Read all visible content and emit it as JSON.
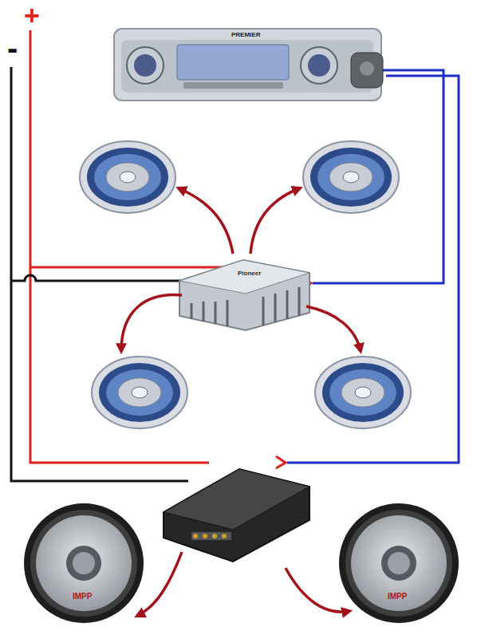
{
  "diagram": {
    "labels": [
      "+",
      "-",
      "PREMIER",
      "Pioneer",
      "IMPP",
      "IMPP"
    ]
  }
}
